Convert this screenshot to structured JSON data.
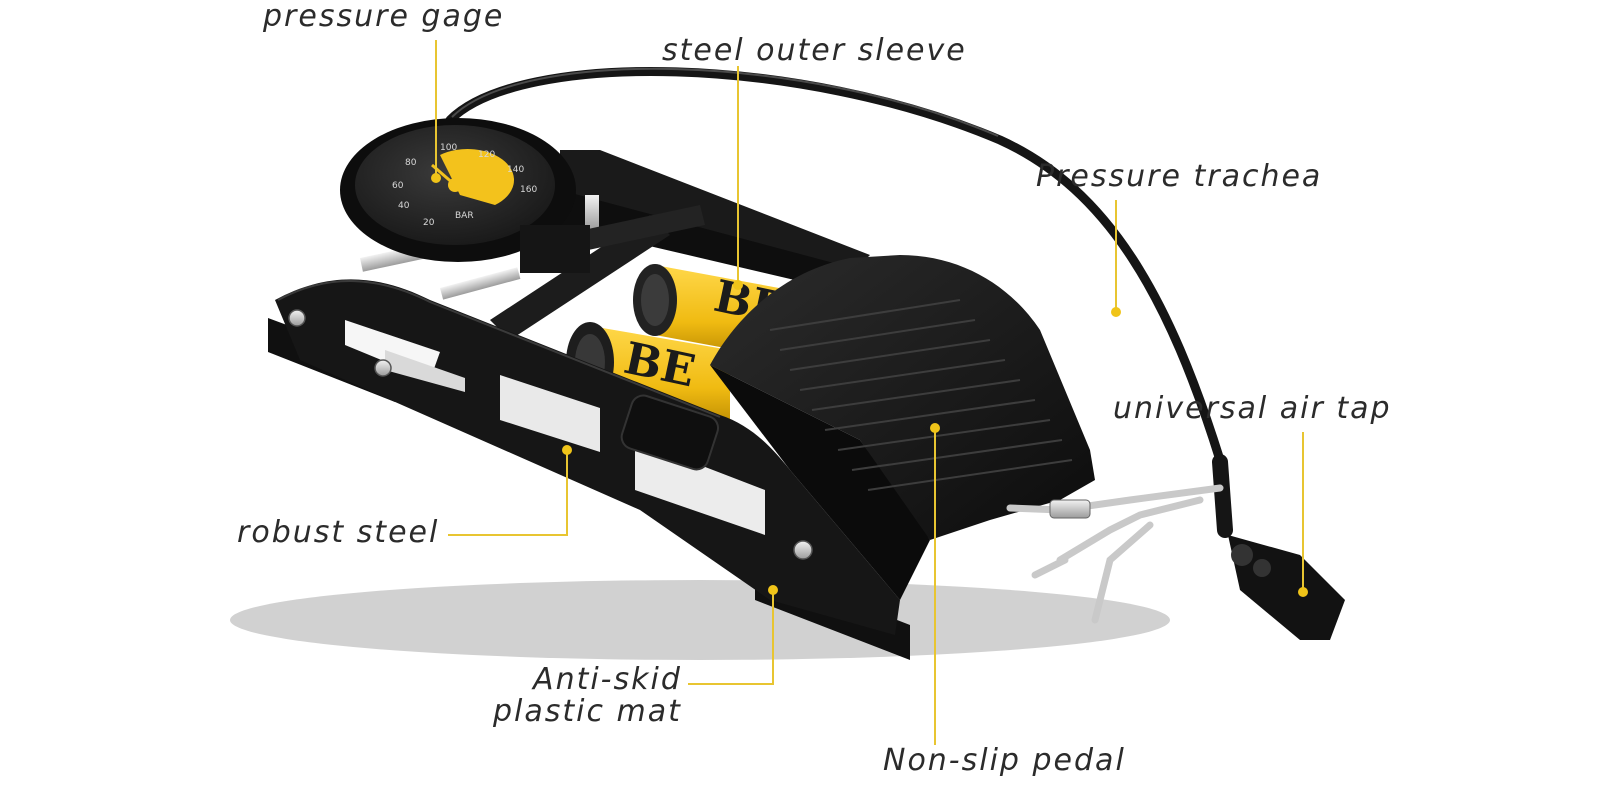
{
  "callouts": {
    "pressure_gage": "pressure gage",
    "steel_outer_sleeve": "steel outer sleeve",
    "pressure_trachea": "Pressure trachea",
    "universal_air_tap": "universal air tap",
    "robust_steel": "robust steel",
    "anti_skid_line1": "Anti-skid",
    "anti_skid_line2": "plastic mat",
    "non_slip_pedal": "Non-slip pedal"
  },
  "gauge": {
    "ticks": [
      "20",
      "40",
      "60",
      "80",
      "100",
      "120",
      "140",
      "160"
    ],
    "unit": "BAR"
  },
  "cylinder_mark": "BE",
  "colors": {
    "leader_line": "#e8c531",
    "body_black": "#151515",
    "cylinder_yellow": "#f3c21c",
    "label_text": "#2b2b2b",
    "background": "#ffffff"
  }
}
